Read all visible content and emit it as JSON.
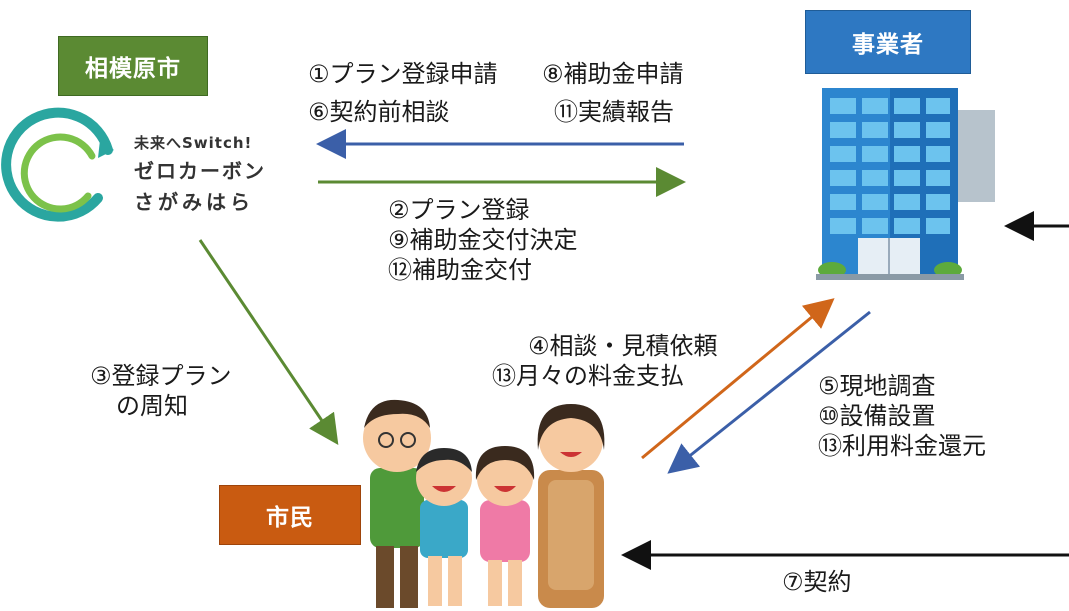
{
  "city": {
    "label": "相模原市"
  },
  "business": {
    "label": "事業者"
  },
  "citizen": {
    "label": "市民"
  },
  "logo": {
    "line1": "未来へSwitch!",
    "line2": "ゼロカーボン",
    "line3": "さがみはら"
  },
  "flows": {
    "biz_to_city_1": "①プラン登録申請",
    "biz_to_city_2": "⑧補助金申請",
    "biz_to_city_3": "⑥契約前相談",
    "biz_to_city_4": "⑪実績報告",
    "city_to_biz_1": "②プラン登録",
    "city_to_biz_2": "⑨補助金交付決定",
    "city_to_biz_3": "⑫補助金交付",
    "city_to_citizen_1": "③登録プラン",
    "city_to_citizen_2": "の周知",
    "citizen_to_biz_1": "④相談・見積依頼",
    "citizen_to_biz_2": "⑬月々の料金支払",
    "biz_to_citizen_1": "⑤現地調査",
    "biz_to_citizen_2": "⑩設備設置",
    "biz_to_citizen_3": "⑬利用料金還元",
    "contract": "⑦契約"
  },
  "colors": {
    "green": "#5b8a33",
    "blue": "#2e78c2",
    "orange": "#c95b11",
    "arrow_blue": "#3b5fa8",
    "arrow_green": "#5b8a33",
    "arrow_orange": "#d0661a",
    "arrow_black": "#111111"
  }
}
